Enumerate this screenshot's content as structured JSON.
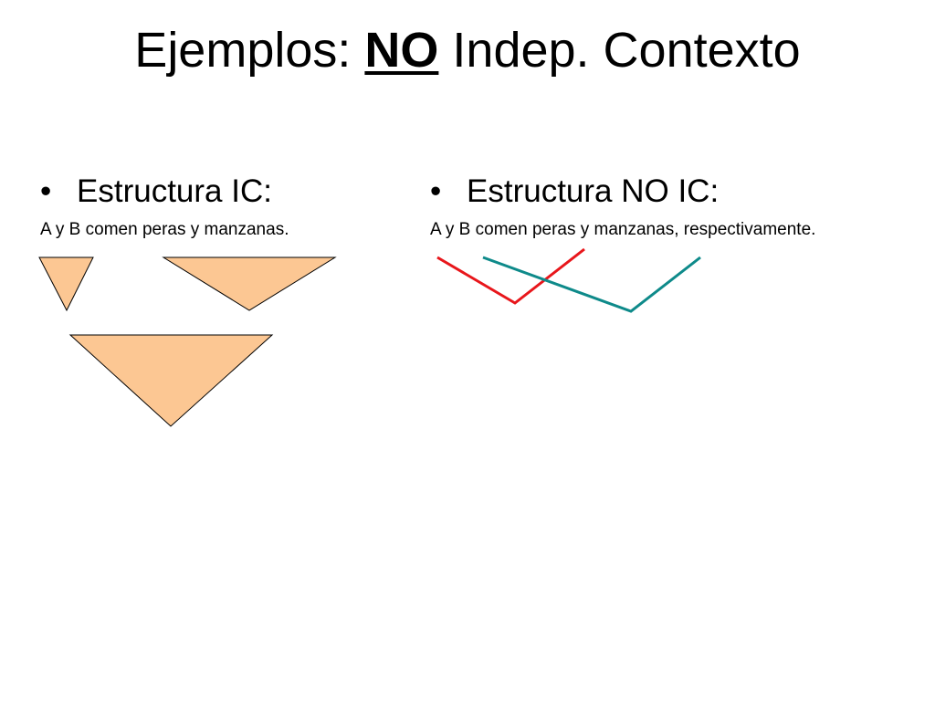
{
  "slide": {
    "title_prefix": "Ejemplos: ",
    "title_emphasis": "NO",
    "title_suffix": " Indep. Contexto"
  },
  "left_column": {
    "bullet_symbol": "•",
    "heading": "Estructura IC:",
    "sentence": "A y B comen peras y manzanas."
  },
  "right_column": {
    "bullet_symbol": "•",
    "heading": "Estructura NO IC:",
    "sentence": "A y B comen peras y manzanas, respectivamente."
  },
  "colors": {
    "triangle_fill": "#FCC793",
    "triangle_stroke": "#000000",
    "red_line": "#E8161B",
    "teal_line": "#0E8A8A"
  }
}
